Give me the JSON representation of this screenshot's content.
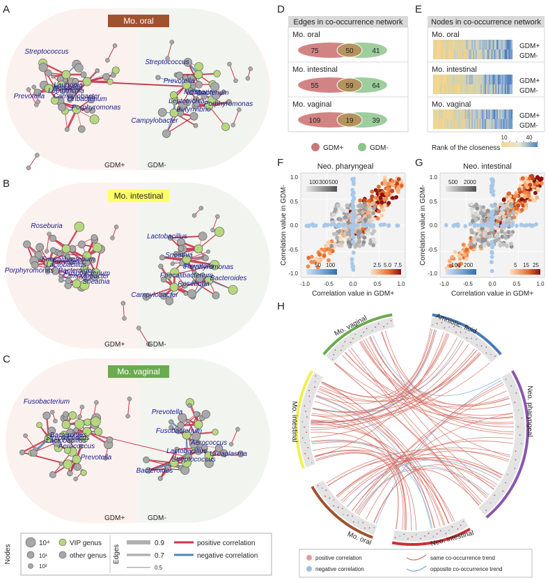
{
  "panels": {
    "A": {
      "letter": "A",
      "tag": "Mo. oral",
      "tag_color": "#a0522d",
      "genera_left": [
        "Streptococcus",
        "Campylobacter",
        "Lautropia",
        "Neisseria",
        "Leptotrichia",
        "Porphyromonas",
        "Prevotella",
        "Oribacterium"
      ],
      "genera_right": [
        "Streptococcus",
        "Oribacterium",
        "Butyrivibrio",
        "Prevotella",
        "Leptotrichia",
        "Porphyromonas",
        "Campylobacter",
        "Neisseria"
      ],
      "gdm_plus": "GDM+",
      "gdm_minus": "GDM-"
    },
    "B": {
      "letter": "B",
      "tag": "Mo. intestinal",
      "tag_color": "#ffff66",
      "genera_left": [
        "Roseburia",
        "Bacteroides",
        "Faecalibacterium",
        "Prevotella",
        "Lactobacillus",
        "Sneathia",
        "Porphyromonas",
        "Fusobacterium",
        "Campylobacter"
      ],
      "genera_right": [
        "Lactobacillus",
        "Porphyromonas",
        "Roseburia",
        "Sneathia",
        "Faecalibacterium",
        "Bacteroides",
        "Campylobacter",
        "Prevotella"
      ],
      "gdm_plus": "GDM+",
      "gdm_minus": "GDM-"
    },
    "C": {
      "letter": "C",
      "tag": "Mo. vaginal",
      "tag_color": "#6aaa50",
      "genera_left": [
        "Fusobacterium",
        "Aerococcus",
        "Bacteroides",
        "Streptococcus",
        "Lactobacillus",
        "Prevotella"
      ],
      "genera_right": [
        "Prevotella",
        "Aerococcus",
        "Streptococcus",
        "Fusobacterium",
        "Lactobacillus",
        "Ureaplasma",
        "Bacteroides"
      ],
      "gdm_plus": "GDM+",
      "gdm_minus": "GDM-"
    },
    "D": {
      "letter": "D",
      "title": "Edges in co-occurrence network",
      "rows": [
        {
          "label": "Mo. oral",
          "plus_only": "75",
          "shared": "50",
          "minus_only": "41"
        },
        {
          "label": "Mo. intestinal",
          "plus_only": "55",
          "shared": "59",
          "minus_only": "64"
        },
        {
          "label": "Mo. vaginal",
          "plus_only": "109",
          "shared": "19",
          "minus_only": "39"
        }
      ],
      "legend_plus": "GDM+",
      "legend_minus": "GDM-"
    },
    "E": {
      "letter": "E",
      "title": "Nodes in co-occurrence network",
      "rows": [
        "Mo. oral",
        "Mo. intestinal",
        "Mo. vaginal"
      ],
      "row_labels": [
        "GDM+",
        "GDM-"
      ],
      "colorbar_label": "Rank of the closeness",
      "colorbar_ticks": [
        "10",
        "40"
      ]
    },
    "F": {
      "letter": "F",
      "title": "Neo. pharyngeal",
      "xlabel": "Correlation value in GDM+",
      "ylabel": "Correlation value in GDM-",
      "gray_ticks": [
        "100",
        "300",
        "500"
      ],
      "blue_ticks": [
        "50",
        "100"
      ],
      "red_ticks": [
        "2.5",
        "5.0",
        "7.5"
      ],
      "xticks": [
        "-1.0",
        "-0.5",
        "0.0",
        "0.5",
        "1.0"
      ],
      "yticks": [
        "1.0",
        "0.5",
        "0.0",
        "-0.5",
        "-1.0"
      ]
    },
    "G": {
      "letter": "G",
      "title": "Neo. intestinal",
      "xlabel": "Correlation value in GDM+",
      "ylabel": "Correlation value in GDM-",
      "gray_ticks": [
        "500",
        "2000"
      ],
      "blue_ticks": [
        "100",
        "200"
      ],
      "red_ticks": [
        "5",
        "15",
        "25"
      ],
      "xticks": [
        "-1.0",
        "-0.5",
        "0.0",
        "0.5",
        "1.0"
      ],
      "yticks": [
        "1.0",
        "0.5",
        "0.0",
        "-0.5",
        "-1.0"
      ]
    },
    "H": {
      "letter": "H",
      "sectors": [
        {
          "label": "Mo. vaginal",
          "color": "#6aaa50"
        },
        {
          "label": "Amniotic. fluid",
          "color": "#4a7ab8"
        },
        {
          "label": "Neo. pharyngeal",
          "color": "#8b55b0"
        },
        {
          "label": "Neo. intestinal",
          "color": "#c83232"
        },
        {
          "label": "Mo. oral",
          "color": "#a0522d"
        },
        {
          "label": "Mo. intestinal",
          "color": "#f0f050"
        }
      ],
      "legend": {
        "pos": "positive correlation",
        "neg": "negative correlation",
        "same": "same co-occurrence trend",
        "opposite": "opposite co-occurrence trend"
      }
    }
  },
  "legend_nodes": {
    "title": "Nodes",
    "sizes": [
      "10⁴",
      "10³",
      "10²"
    ],
    "vip": "VIP genus",
    "other": "other genus"
  },
  "legend_edges": {
    "title": "Edges",
    "widths": [
      "0.9",
      "0.7",
      "0.5"
    ],
    "pos": "positive correlation",
    "neg": "negative correlation"
  },
  "colors": {
    "positive": "#c8344a",
    "negative": "#4a86c0",
    "gdm_plus": "#d27a7a",
    "gdm_minus": "#8cc48c",
    "vip": "#b6d77e",
    "other": "#a8a8a8"
  }
}
